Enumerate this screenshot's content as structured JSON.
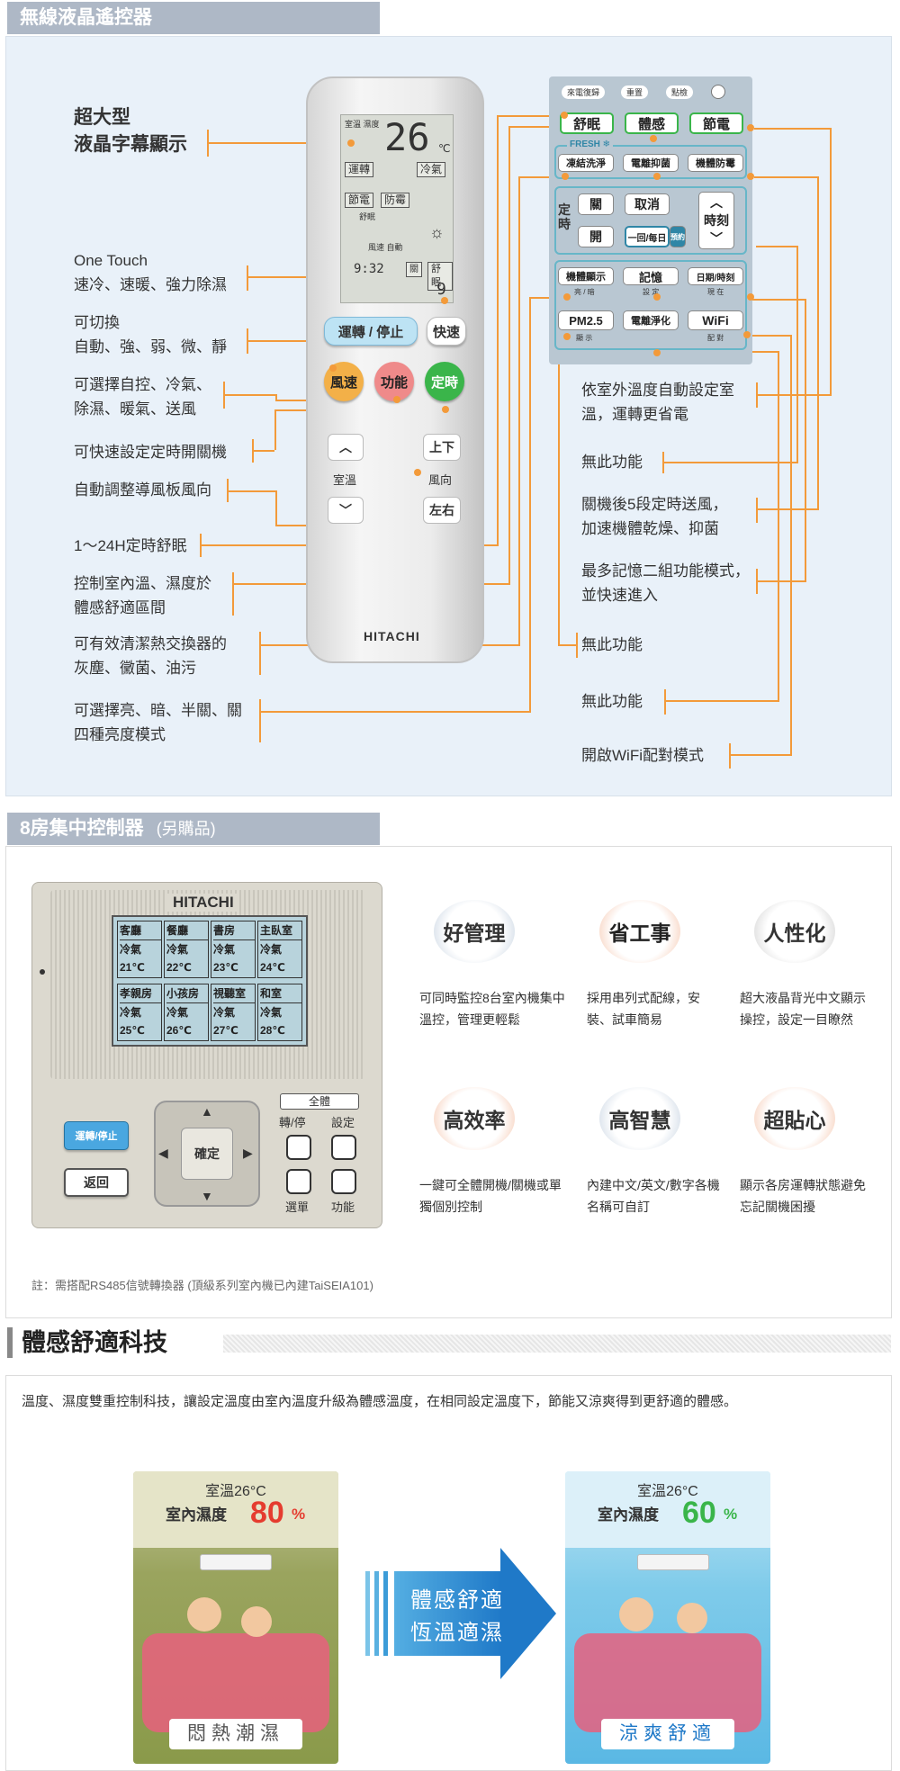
{
  "section1": {
    "title": "無線液晶遙控器",
    "labels_left": [
      "超大型",
      "液晶字幕顯示",
      "One Touch",
      "速冷、速暖、強力除濕",
      "可切換",
      "自動、強、弱、微、靜",
      "可選擇自控、冷氣、",
      "除濕、暖氣、送風",
      "可快速設定定時開關機",
      "自動調整導風板風向",
      "1～24H定時舒眠",
      "控制室內溫、濕度於",
      "體感舒適區間",
      "可有效清潔熱交換器的",
      "灰塵、黴菌、油污",
      "可選擇亮、暗、半關、關",
      "四種亮度模式"
    ],
    "labels_right": [
      "依室外溫度自動設定室",
      "溫，運轉更省電",
      "無此功能",
      "關機後5段定時送風，",
      "加速機體乾燥、抑菌",
      "最多記憶二組功能模式，",
      "並快速進入",
      "無此功能",
      "無此功能",
      "開啟WiFi配對模式"
    ],
    "remote": {
      "lcd_top": "室溫 濕度",
      "lcd_temp": "26",
      "lcd_unit": "℃",
      "lcd_row1": [
        "運轉",
        "冷氣"
      ],
      "lcd_row2": [
        "節電",
        "防霉"
      ],
      "lcd_small": "舒眠",
      "lcd_fan": "風速 自動",
      "lcd_time": "9:32",
      "lcd_box": "關",
      "lcd_sleep": "舒眠",
      "lcd_hour": "9",
      "btn_run": "運轉 / 停止",
      "btn_fast": "快速",
      "btn_fan": "風速",
      "btn_func": "功能",
      "btn_timer": "定時",
      "btn_up_label": "上下",
      "btn_room": "室溫",
      "btn_dir": "風向",
      "btn_lr": "左右",
      "brand": "HITACHI",
      "up_glyph": "︿",
      "down_glyph": "﹀"
    },
    "keypad": {
      "top_indicators": [
        "來電復歸",
        "重置",
        "點檢"
      ],
      "k_sleep": "舒眠",
      "k_feel": "體感",
      "k_save": "節電",
      "fresh": "FRESH ❄",
      "k_clean": "凍結洗淨",
      "k_ion": "電離抑菌",
      "k_mold": "機體防霉",
      "timer_label": "定時",
      "k_off": "關",
      "k_cancel": "取消",
      "k_on": "開",
      "k_day": "一回/每日",
      "k_reserve": "預約",
      "k_clock": "時刻",
      "k_disp": "機體顯示",
      "k_mem": "記憶",
      "k_date": "日期/時刻",
      "sub_disp": "亮 / 暗",
      "sub_mem": "設 定",
      "sub_date": "現 在",
      "k_pm": "PM2.5",
      "k_purify": "電離淨化",
      "k_wifi": "WiFi",
      "sub_pm": "顯 示",
      "sub_wifi": "配 對"
    }
  },
  "section2": {
    "title": "8房集中控制器",
    "subtitle": "(另購品)",
    "controller": {
      "brand": "HITACHI",
      "rooms": [
        {
          "name": "客廳",
          "mode": "冷氣",
          "temp": "21℃"
        },
        {
          "name": "餐廳",
          "mode": "冷氣",
          "temp": "22℃"
        },
        {
          "name": "書房",
          "mode": "冷氣",
          "temp": "23℃"
        },
        {
          "name": "主臥室",
          "mode": "冷氣",
          "temp": "24℃"
        },
        {
          "name": "孝親房",
          "mode": "冷氣",
          "temp": "25℃"
        },
        {
          "name": "小孩房",
          "mode": "冷氣",
          "temp": "26℃"
        },
        {
          "name": "視聽室",
          "mode": "冷氣",
          "temp": "27℃"
        },
        {
          "name": "和室",
          "mode": "冷氣",
          "temp": "28℃"
        }
      ],
      "all_label": "全體",
      "run_stop": "轉/停",
      "setting": "設定",
      "btn_run": "運轉/停止",
      "btn_back": "返回",
      "btn_ok": "確定",
      "menu": "選單",
      "function": "功能"
    },
    "features": [
      {
        "title": "好管理",
        "desc": "可同時監控8台室內機集中溫控，管理更輕鬆"
      },
      {
        "title": "省工事",
        "desc": "採用串列式配線，安裝、試車簡易"
      },
      {
        "title": "人性化",
        "desc": "超大液晶背光中文顯示操控，設定一目瞭然"
      },
      {
        "title": "高效率",
        "desc": "一鍵可全體開機/關機或單獨個別控制"
      },
      {
        "title": "高智慧",
        "desc": "內建中文/英文/數字各機名稱可自訂"
      },
      {
        "title": "超貼心",
        "desc": "顯示各房運轉狀態避免忘記關機困擾"
      }
    ],
    "note": "註：需搭配RS485信號轉換器 (頂級系列室內機已內建TaiSEIA101)"
  },
  "section3": {
    "title": "體感舒適科技",
    "desc": "溫度、濕度雙重控制科技，讓設定溫度由室內溫度升級為體感溫度，在相同設定溫度下，節能又涼爽得到更舒適的體感。",
    "left_card": {
      "room": "室溫26°C",
      "hum_label": "室內濕度",
      "hum_value": "80",
      "pct": "%",
      "caption": "悶熱潮濕"
    },
    "right_card": {
      "room": "室溫26°C",
      "hum_label": "室內濕度",
      "hum_value": "60",
      "pct": "%",
      "caption": "涼爽舒適"
    },
    "arrow_text": [
      "體感舒適",
      "恆溫適濕"
    ]
  },
  "colors": {
    "accent": "#f39a3a",
    "header_bar": "#aeb8c6",
    "panel_bg": "#e9f1f9",
    "green": "#3ab54a",
    "red": "#e53c2f"
  }
}
